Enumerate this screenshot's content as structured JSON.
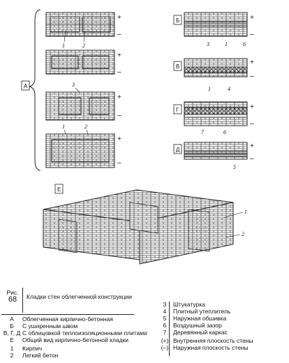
{
  "figure": {
    "fig_label": "Рис.",
    "fig_number": "68",
    "title": "Кладки стен облегченной конструкции",
    "panel_letters": [
      "А",
      "Б",
      "В",
      "Г",
      "Д",
      "Е"
    ],
    "signs": {
      "plus": "+",
      "minus": "–"
    },
    "callouts": {
      "a1": "1",
      "a2": "2",
      "a3": "3",
      "a4": "1",
      "a5": "2",
      "b1": "3",
      "b2": "1",
      "b3": "6",
      "v1": "1",
      "v2": "4",
      "g1": "7",
      "g2": "6",
      "d1": "5",
      "e1": "1",
      "e2": "2"
    }
  },
  "legend_left": [
    {
      "key": "А",
      "text": "Облегченная кирпично-бетонная"
    },
    {
      "key": "Б",
      "text": "С уширенным швом"
    },
    {
      "key": "В, Г, Д",
      "text": "С облицовкой теплоизоляционными плитами"
    },
    {
      "key": "Е",
      "text": "Общий вид кирпично-бетонной кладки"
    },
    {
      "key": "1",
      "text": "Кирпич"
    },
    {
      "key": "2",
      "text": "Легкий бетон"
    }
  ],
  "legend_right": [
    {
      "key": "3",
      "text": "Штукатурка"
    },
    {
      "key": "4",
      "text": "Плитный утеплитель"
    },
    {
      "key": "5",
      "text": "Наружная обшивка"
    },
    {
      "key": "6",
      "text": "Воздушный зазор"
    },
    {
      "key": "7",
      "text": "Деревянный каркас"
    },
    {
      "key": "(+)",
      "text": "Внутренняя плоскость стены"
    },
    {
      "key": "(–)",
      "text": "Наружная плоскость стены"
    }
  ]
}
